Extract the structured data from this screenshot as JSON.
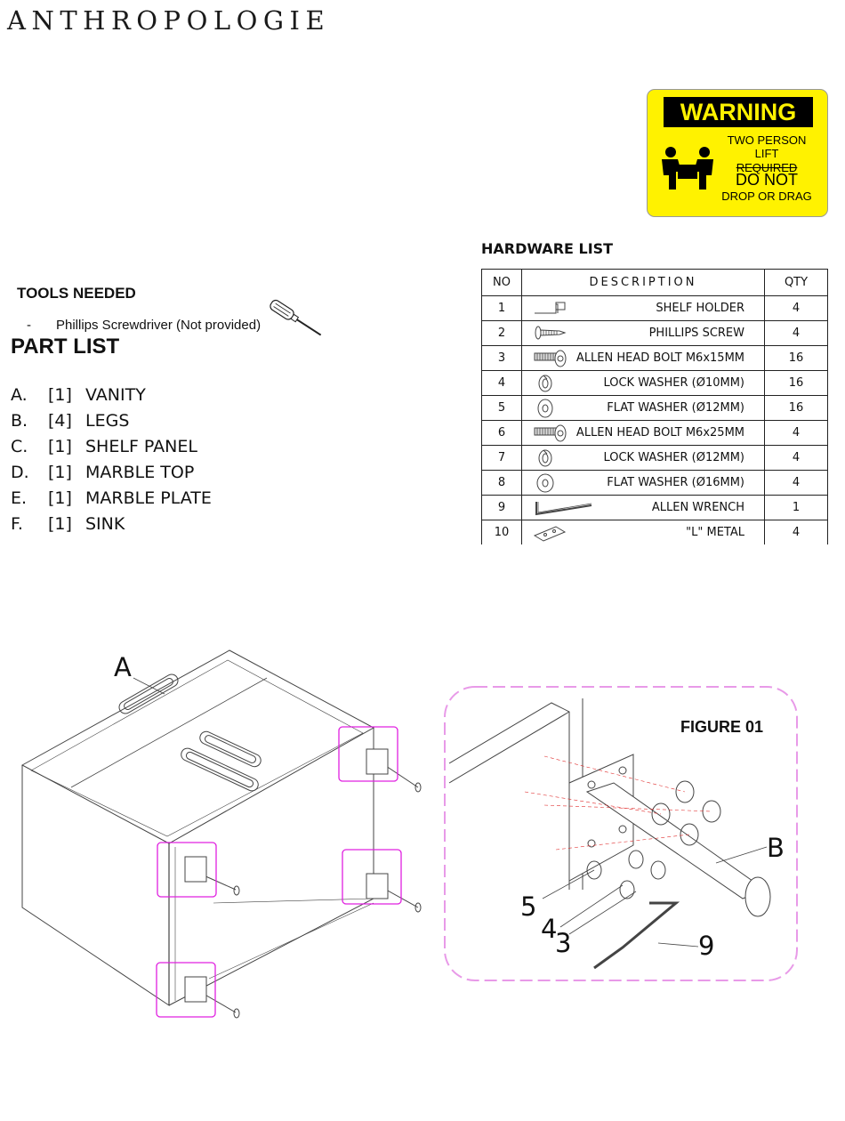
{
  "brand": "ANTHROPOLOGIE",
  "warning": {
    "title": "WARNING",
    "line1": "TWO PERSON LIFT",
    "line2": "REQUIRED",
    "line3": "DO NOT",
    "line4": "DROP OR DRAG",
    "colors": {
      "background": "#fff200",
      "text": "#000000"
    }
  },
  "tools": {
    "title": "TOOLS NEEDED",
    "bullet": "-",
    "item": "Phillips Screwdriver (Not provided)",
    "icon": "screwdriver-icon"
  },
  "parts": {
    "title": "PART LIST",
    "items": [
      {
        "letter": "A.",
        "qty": "[1]",
        "name": "VANITY"
      },
      {
        "letter": "B.",
        "qty": "[4]",
        "name": "LEGS"
      },
      {
        "letter": "C.",
        "qty": "[1]",
        "name": "SHELF PANEL"
      },
      {
        "letter": "D.",
        "qty": "[1]",
        "name": "MARBLE TOP"
      },
      {
        "letter": "E.",
        "qty": "[1]",
        "name": "MARBLE PLATE"
      },
      {
        "letter": "F.",
        "qty": "[1]",
        "name": "SINK"
      }
    ]
  },
  "hardware": {
    "title": "HARDWARE LIST",
    "headers": {
      "no": "NO",
      "description": "DESCRIPTION",
      "qty": "QTY"
    },
    "rows": [
      {
        "no": "1",
        "description": "SHELF HOLDER",
        "qty": "4",
        "icon": "shelf-holder-icon"
      },
      {
        "no": "2",
        "description": "PHILLIPS SCREW",
        "qty": "4",
        "icon": "screw-icon"
      },
      {
        "no": "3",
        "description": "ALLEN HEAD BOLT M6x15MM",
        "qty": "16",
        "icon": "bolt-icon"
      },
      {
        "no": "4",
        "description": "LOCK WASHER (Ø10MM)",
        "qty": "16",
        "icon": "lock-washer-icon"
      },
      {
        "no": "5",
        "description": "FLAT WASHER (Ø12MM)",
        "qty": "16",
        "icon": "flat-washer-icon"
      },
      {
        "no": "6",
        "description": "ALLEN HEAD BOLT M6x25MM",
        "qty": "4",
        "icon": "bolt-icon"
      },
      {
        "no": "7",
        "description": "LOCK WASHER (Ø12MM)",
        "qty": "4",
        "icon": "lock-washer-icon"
      },
      {
        "no": "8",
        "description": "FLAT WASHER (Ø16MM)",
        "qty": "4",
        "icon": "flat-washer-icon"
      },
      {
        "no": "9",
        "description": "ALLEN WRENCH",
        "qty": "1",
        "icon": "allen-wrench-icon"
      },
      {
        "no": "10",
        "description": "\"L\" METAL",
        "qty": "4",
        "icon": "l-metal-icon"
      }
    ]
  },
  "figure": {
    "title": "FIGURE 01",
    "labels": {
      "vanity": "A",
      "leg": "B",
      "washer": "5",
      "lock": "4",
      "bolt": "3",
      "wrench": "9"
    },
    "highlight_color": "#e020e0"
  }
}
